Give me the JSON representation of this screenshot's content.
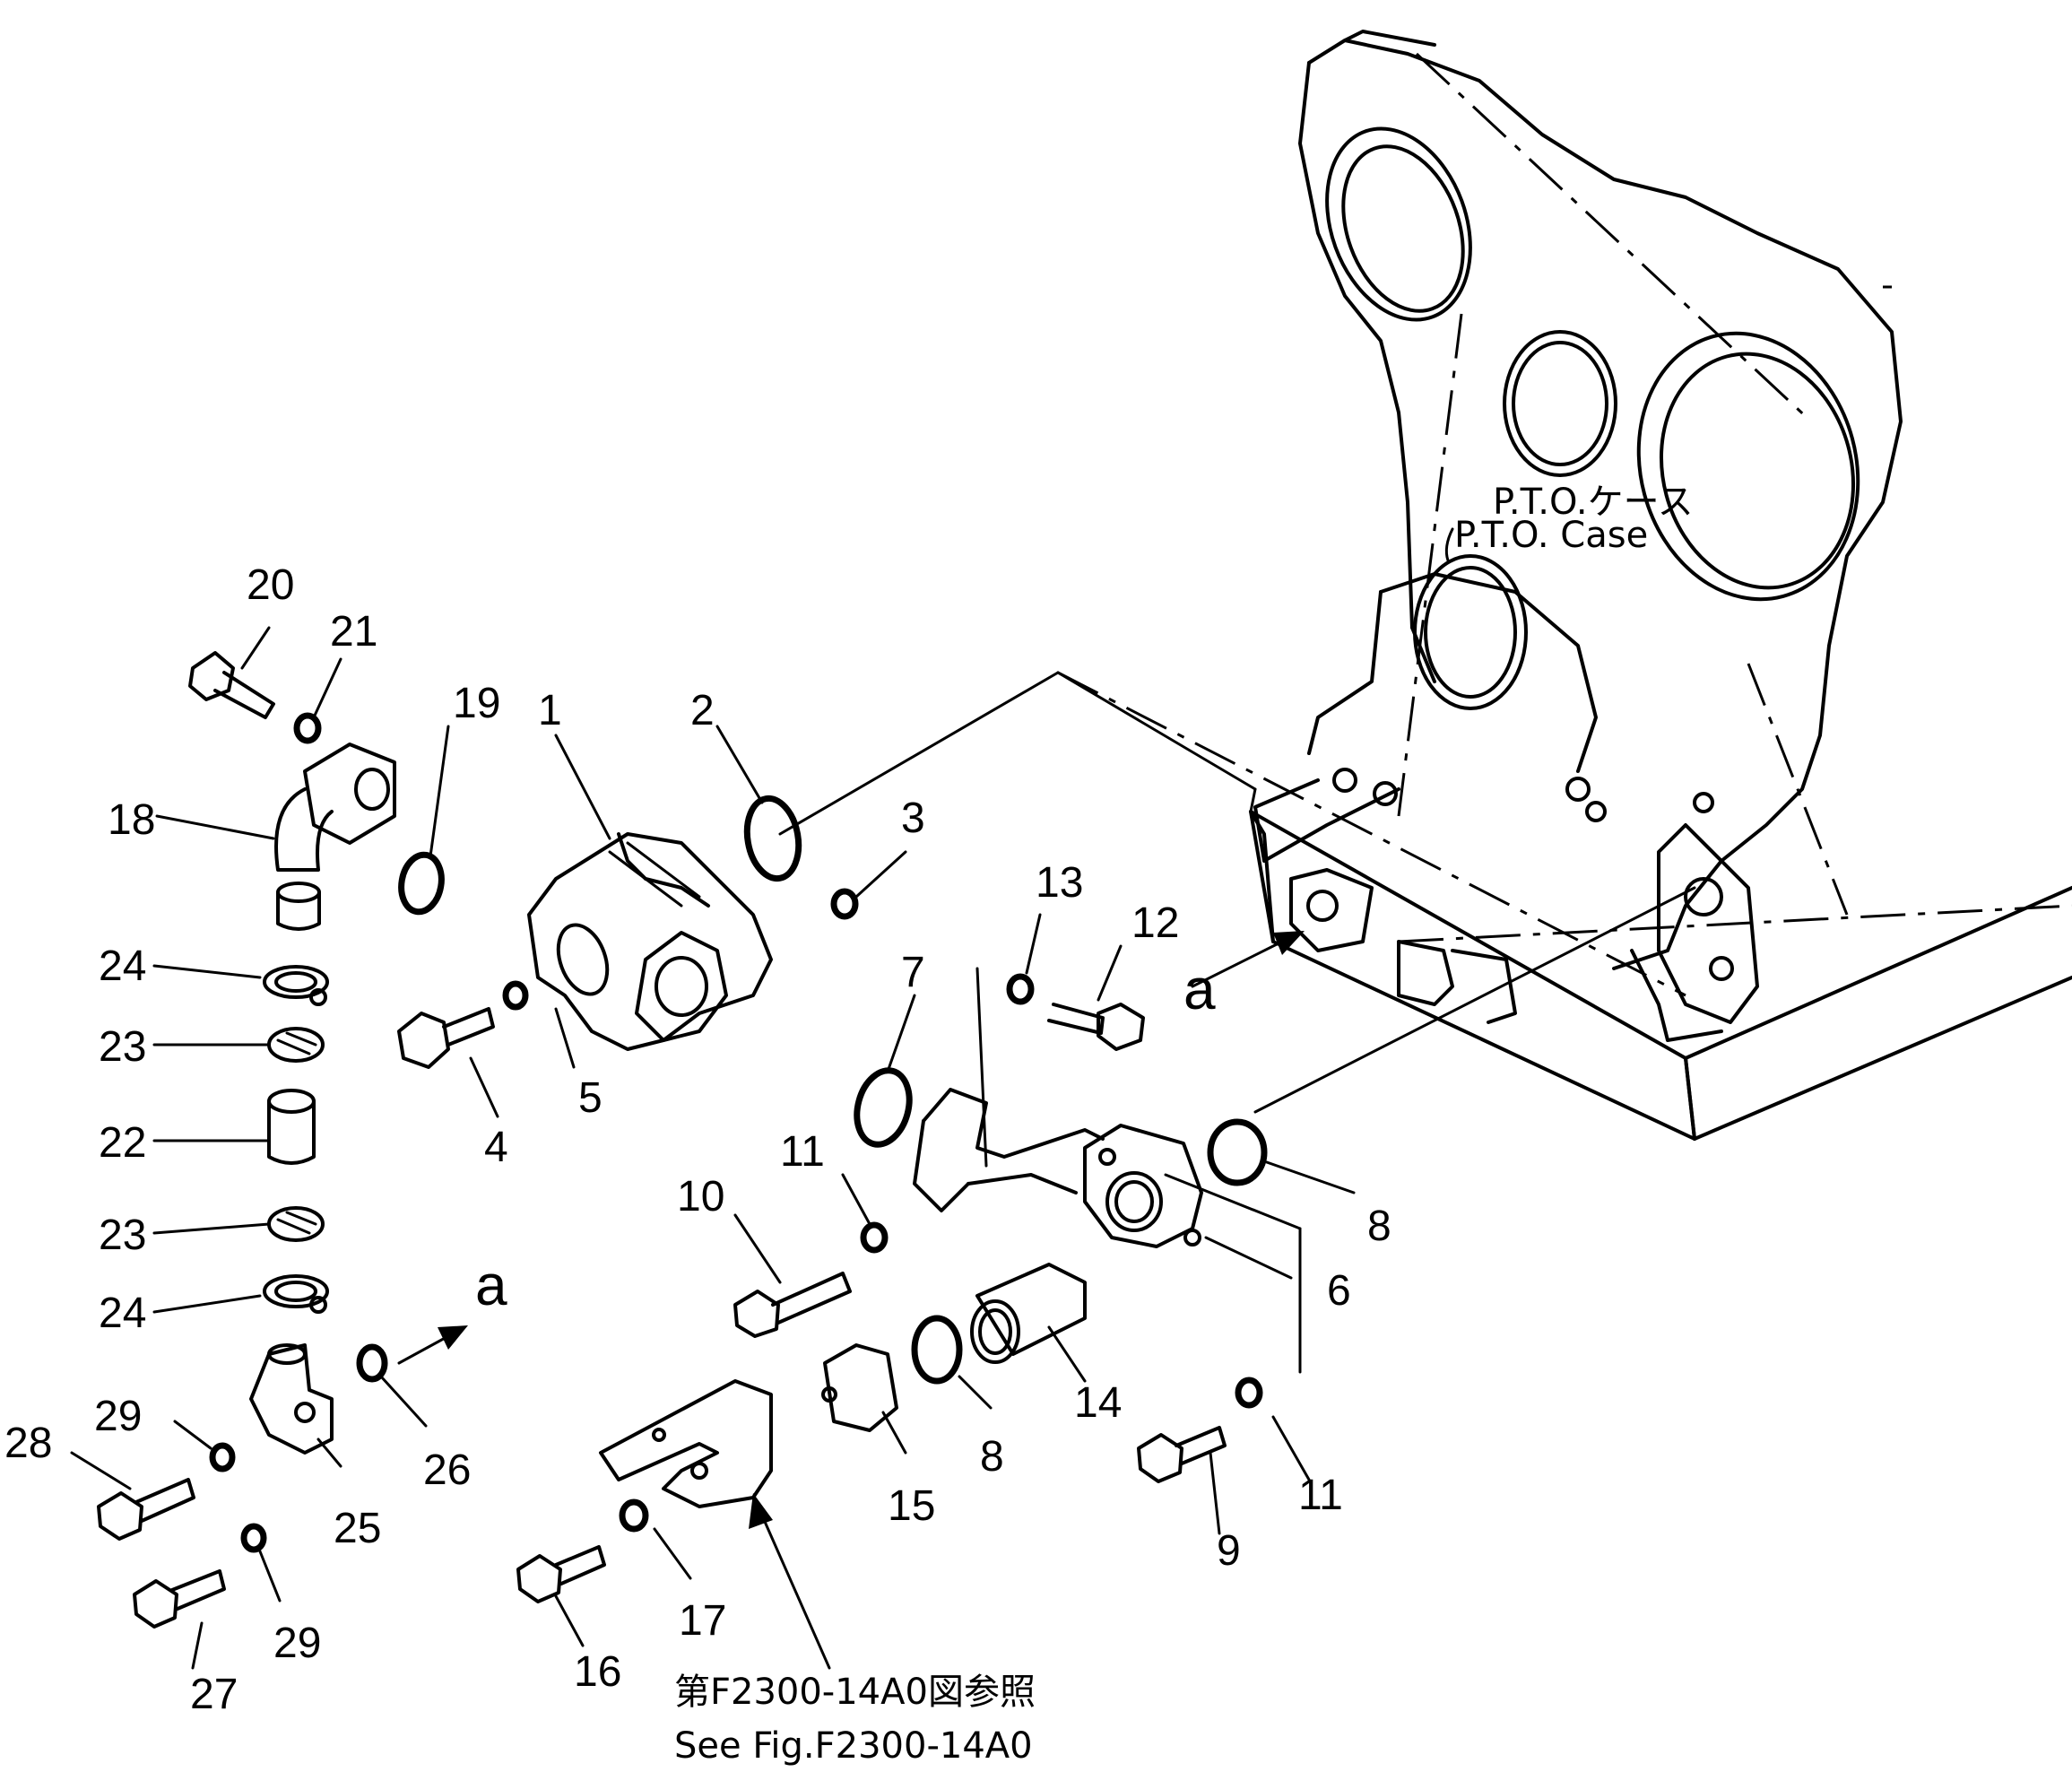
{
  "figure": {
    "labels": {
      "p1": "1",
      "p2": "2",
      "p3": "3",
      "p4": "4",
      "p5": "5",
      "p6": "6",
      "p7": "7",
      "p8a": "8",
      "p8b": "8",
      "p9": "9",
      "p10": "10",
      "p11a": "11",
      "p11b": "11",
      "p12": "12",
      "p13": "13",
      "p14": "14",
      "p15": "15",
      "p16": "16",
      "p17": "17",
      "p18": "18",
      "p19": "19",
      "p20": "20",
      "p21": "21",
      "p22": "22",
      "p23a": "23",
      "p23b": "23",
      "p24a": "24",
      "p24b": "24",
      "p25": "25",
      "p26": "26",
      "p27": "27",
      "p28": "28",
      "p29a": "29",
      "p29b": "29"
    },
    "connector_a_top": "a",
    "connector_a_left": "a",
    "pto_case_jp": "P.T.O.ケース",
    "pto_case_en": "P.T.O. Case",
    "reference_jp": "第F2300-14A0図参照",
    "reference_en": "See Fig.F2300-14A0"
  }
}
